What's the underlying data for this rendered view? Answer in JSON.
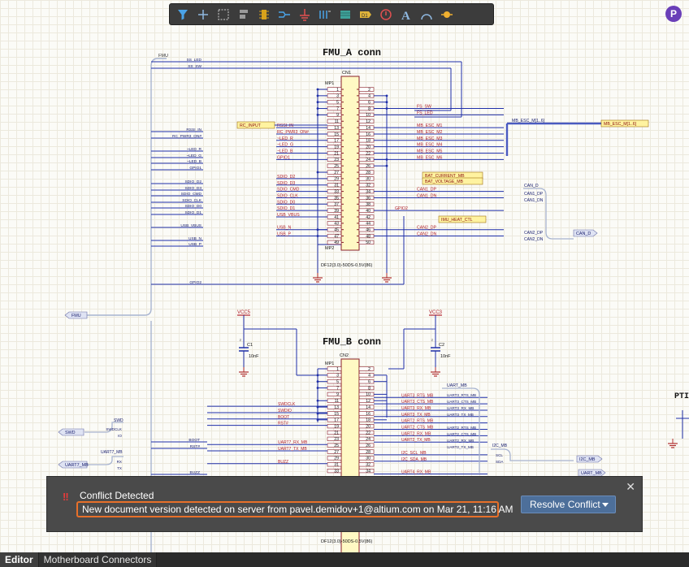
{
  "toolbar": {
    "tools": [
      {
        "name": "filter-icon"
      },
      {
        "name": "crosshair-icon"
      },
      {
        "name": "select-rect-icon"
      },
      {
        "name": "align-icon"
      },
      {
        "name": "component-icon"
      },
      {
        "name": "wire-icon"
      },
      {
        "name": "power-port-icon"
      },
      {
        "name": "bus-icon"
      },
      {
        "name": "sheet-symbol-icon"
      },
      {
        "name": "port-icon"
      },
      {
        "name": "directive-icon"
      },
      {
        "name": "text-icon"
      },
      {
        "name": "arc-icon"
      },
      {
        "name": "probe-icon"
      }
    ]
  },
  "profile": {
    "initial": "P",
    "color": "#6a3fb8"
  },
  "schematic": {
    "title_a": "FMU_A conn",
    "title_b": "FMU_B conn",
    "fmu_label": "FMU",
    "fmu_port": "FMU",
    "cn1": {
      "ref": "CN1",
      "mp1": "MP1",
      "mp2": "MP2",
      "part": "DF12(3.0)-50DS-0.5V(86)"
    },
    "cn2": {
      "ref": "CN2",
      "mp1": "MP1",
      "part": "DF12(3.0)-50DS-0.5V(86)"
    },
    "left_pins_a": [
      "1",
      "3",
      "5",
      "7",
      "9",
      "11",
      "13",
      "15",
      "17",
      "19",
      "21",
      "23",
      "25",
      "27",
      "29",
      "31",
      "33",
      "35",
      "37",
      "39",
      "41",
      "43",
      "45",
      "47",
      "49"
    ],
    "right_pins_a": [
      "2",
      "4",
      "6",
      "8",
      "10",
      "12",
      "14",
      "16",
      "18",
      "20",
      "22",
      "24",
      "26",
      "28",
      "30",
      "32",
      "34",
      "36",
      "38",
      "40",
      "42",
      "44",
      "46",
      "48",
      "50"
    ],
    "left_pins_b": [
      "1",
      "3",
      "5",
      "7",
      "9",
      "11",
      "13",
      "15",
      "17",
      "19",
      "21",
      "23",
      "25",
      "27",
      "29",
      "31",
      "33"
    ],
    "right_pins_b": [
      "2",
      "4",
      "6",
      "8",
      "10",
      "12",
      "14",
      "16",
      "18",
      "20",
      "22",
      "24",
      "26",
      "28",
      "30",
      "32",
      "34"
    ],
    "fmu_side_nets_a": [
      "SS_LED",
      "SS_SW",
      "RSSI_IN",
      "RC_PWR3_ON#",
      "~LED_R",
      "~LED_G",
      "~LED_B",
      "GPIO1",
      "SDIO_D2",
      "SDIO_D3",
      "SDIO_CMD",
      "SDIO_CLK",
      "SDIO_D0",
      "SDIO_D1",
      "USB_VBUS",
      "USB_N",
      "USB_P",
      "GPIO2"
    ],
    "left_nets_a": [
      "RSSI_IN",
      "RC_PWR3_ON#",
      "~LED_R",
      "~LED_G",
      "~LED_B",
      "GPIO1",
      "SDIO_D2",
      "SDIO_D3",
      "SDIO_CMD",
      "SDIO_CLK",
      "SDIO_D0",
      "SDIO_D1",
      "USB_VBUS",
      "USB_N",
      "USB_P"
    ],
    "right_nets_a": [
      "FS_SW",
      "FS_LED",
      "MB_ESC_M1",
      "MB_ESC_M2",
      "MB_ESC_M3",
      "MB_ESC_M4",
      "MB_ESC_M5",
      "MB_ESC_M6",
      "CAN1_DP",
      "CAN1_DN",
      "GPIO2",
      "CAN2_DP",
      "CAN2_DN"
    ],
    "rc_input": "RC_INPUT",
    "mb_esc_bus": "MB_ESC_M[1..6]",
    "mb_esc_port": "MB_ESC_M[1..6]",
    "bat_current": "BAT_CURRENT_MB",
    "bat_voltage": "BAT_VOLTAGE_MB",
    "imu_heat": "IMU_HEAT_CTL",
    "can_d": "CAN_D",
    "can_d_port": "CAN_D",
    "can_side": [
      "CAN1_DP",
      "CAN1_DN",
      "CAN2_DP",
      "CAN2_DN"
    ],
    "vcc5": "VCC5",
    "vcc3": "VCC3",
    "c1": {
      "ref": "C1",
      "val": "10nF",
      "pin": "2"
    },
    "c2": {
      "ref": "C2",
      "val": "10nF",
      "pin": "2"
    },
    "uart_mb": "UART_MB",
    "right_nets_b": [
      "UART3_RTS_MB",
      "UART3_CTS_MB",
      "UART3_RX_MB",
      "UART3_TX_MB",
      "UART2_RTS_MB",
      "UART2_CTS_MB",
      "UART2_RX_MB",
      "UART2_TX_MB",
      "I2C_SCL_MB",
      "I2C_SDA_MB",
      "UART4_RX_MB"
    ],
    "uart_side": [
      "UART3_RTS_MB",
      "UART3_CTS_MB",
      "UART3_RX_MB",
      "UART3_TX_MB",
      "UART2_RTS_MB",
      "UART2_CTS_MB",
      "UART2_RX_MB",
      "UART2_TX_MB"
    ],
    "i2c_mb": "I2C_MB",
    "i2c_side": [
      "SCL",
      "SDA"
    ],
    "i2c_port": "I2C_MB",
    "uart_port": "UART_MB",
    "left_nets_b": [
      "SWDCLK",
      "SWDIO",
      "BOOT",
      "RST#",
      "UART7_RX_MB",
      "UART7_TX_MB",
      "BUZZ"
    ],
    "swd": "SWD",
    "swd_label": "SWD",
    "swd_side": [
      "SWDCLK",
      "IO"
    ],
    "fmu_side_nets_b": [
      "BOOT",
      "RST#",
      "BUZZ"
    ],
    "uart7_port": "UART7_MB",
    "uart7_label": "UART7_MB",
    "uart7_side": [
      "RX",
      "TX"
    ],
    "pt_label": "PTI"
  },
  "notification": {
    "icon": "!!",
    "title": "Conflict Detected",
    "message": "New document version detected on server from pavel.demidov+1@altium.com on Mar 21, 11:16 AM",
    "action": "Resolve Conflict",
    "close": "✕"
  },
  "tabs": [
    {
      "label": "Editor",
      "active": true
    },
    {
      "label": "Motherboard Connectors",
      "active": false
    }
  ]
}
